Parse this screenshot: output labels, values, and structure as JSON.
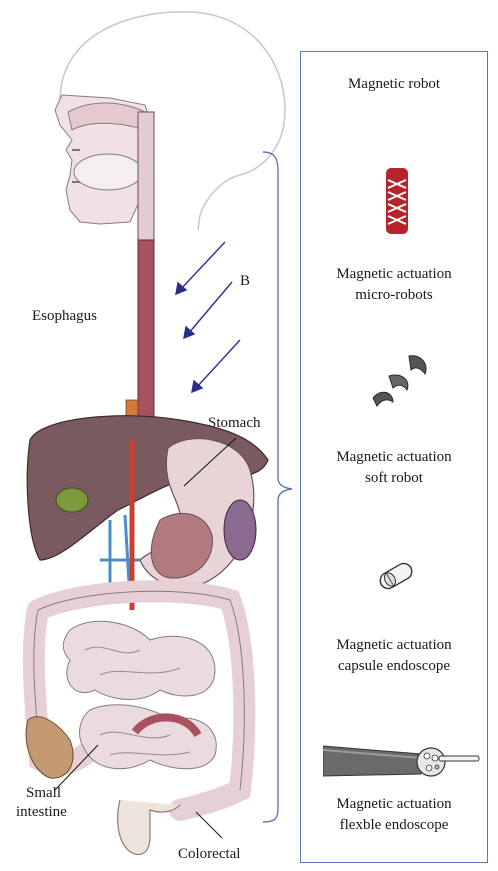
{
  "labels": {
    "esophagus": "Esophagus",
    "field": "B",
    "stomach": "Stomach",
    "small_intestine_line1": "Small",
    "small_intestine_line2": "intestine",
    "colorectal": "Colorectal"
  },
  "panel": {
    "title": "Magnetic robot",
    "items": [
      {
        "line1": "Magnetic actuation",
        "line2": "micro-robots",
        "icon": "micro-robot-icon"
      },
      {
        "line1": "Magnetic actuation",
        "line2": "soft robot",
        "icon": "soft-robot-icon"
      },
      {
        "line1": "Magnetic actuation",
        "line2": "capsule endoscope",
        "icon": "capsule-endoscope-icon"
      },
      {
        "line1": "Magnetic actuation",
        "line2": "flexble endoscope",
        "icon": "flexible-endoscope-icon"
      }
    ]
  },
  "colors": {
    "panel_border": "#5a78b8",
    "field_arrows": "#2d2d8c",
    "liver": "#7a5a5e",
    "stomach": "#e8d4d6",
    "intestine": "#eadbe0",
    "micro_robot": "#b8232b"
  }
}
